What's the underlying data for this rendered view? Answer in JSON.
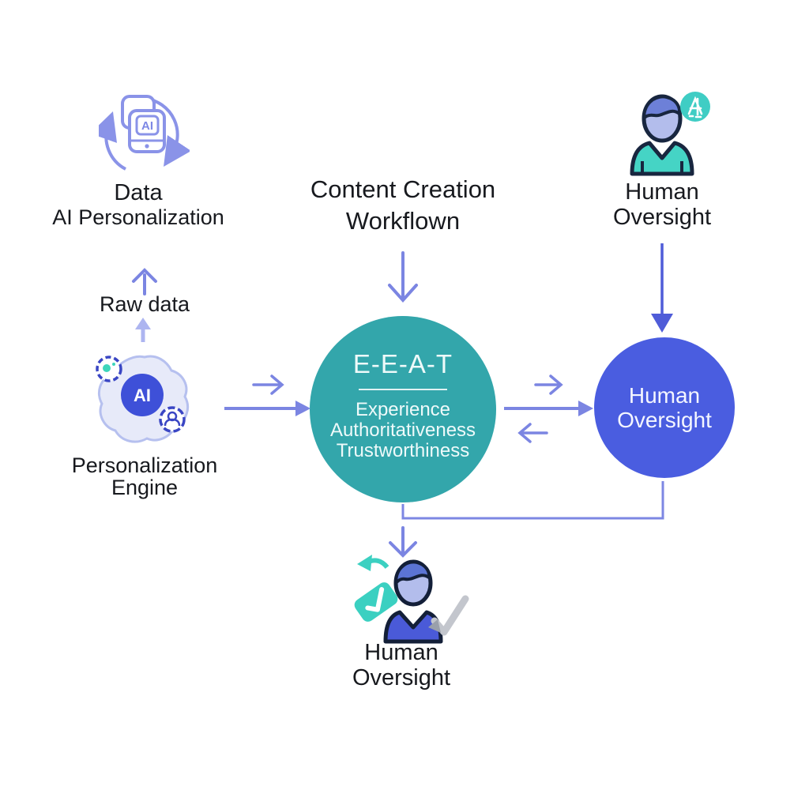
{
  "title": {
    "line1": "Content Creation",
    "line2": "Workflown"
  },
  "top_left": {
    "icon": "ai-device-sync-icon",
    "device_text": "AI",
    "label_line1": "Data",
    "label_line2": "AI Personalization"
  },
  "top_right": {
    "icon": "person-icon",
    "badge_icon": "ai-badge-icon",
    "label_line1": "Human",
    "label_line2": "Oversight"
  },
  "left_flow": {
    "raw_data_label": "Raw data",
    "engine_icon": "ai-personalization-engine-icon",
    "engine_core_text": "AI",
    "engine_label_line1": "Personalization",
    "engine_label_line2": "Engine"
  },
  "eeat_circle": {
    "heading": "E-E-A-T",
    "lines": [
      "Experience",
      "Authoritativeness",
      "Trustworthiness"
    ]
  },
  "human_circle": {
    "line1": "Human",
    "line2": "Oversight"
  },
  "bottom": {
    "icon": "person-approval-icon",
    "label_line1": "Human",
    "label_line2": "Oversight"
  },
  "colors": {
    "eeat_teal": "#33a6ab",
    "human_indigo": "#4a5de0",
    "arrow_periwinkle": "#7b85e2",
    "arrow_light": "#adb5f0",
    "arrow_blue": "#4f5cd8",
    "icon_outline_periwinkle": "#8a93e8",
    "ai_core_blue": "#3e50d8",
    "badge_teal": "#3fcdc4",
    "shirt_teal": "#45d4c5",
    "shirt_blue": "#4a5ad8",
    "outline_navy": "#18263f",
    "gray_check": "#c3c6cd",
    "text_dark": "#17191e"
  }
}
